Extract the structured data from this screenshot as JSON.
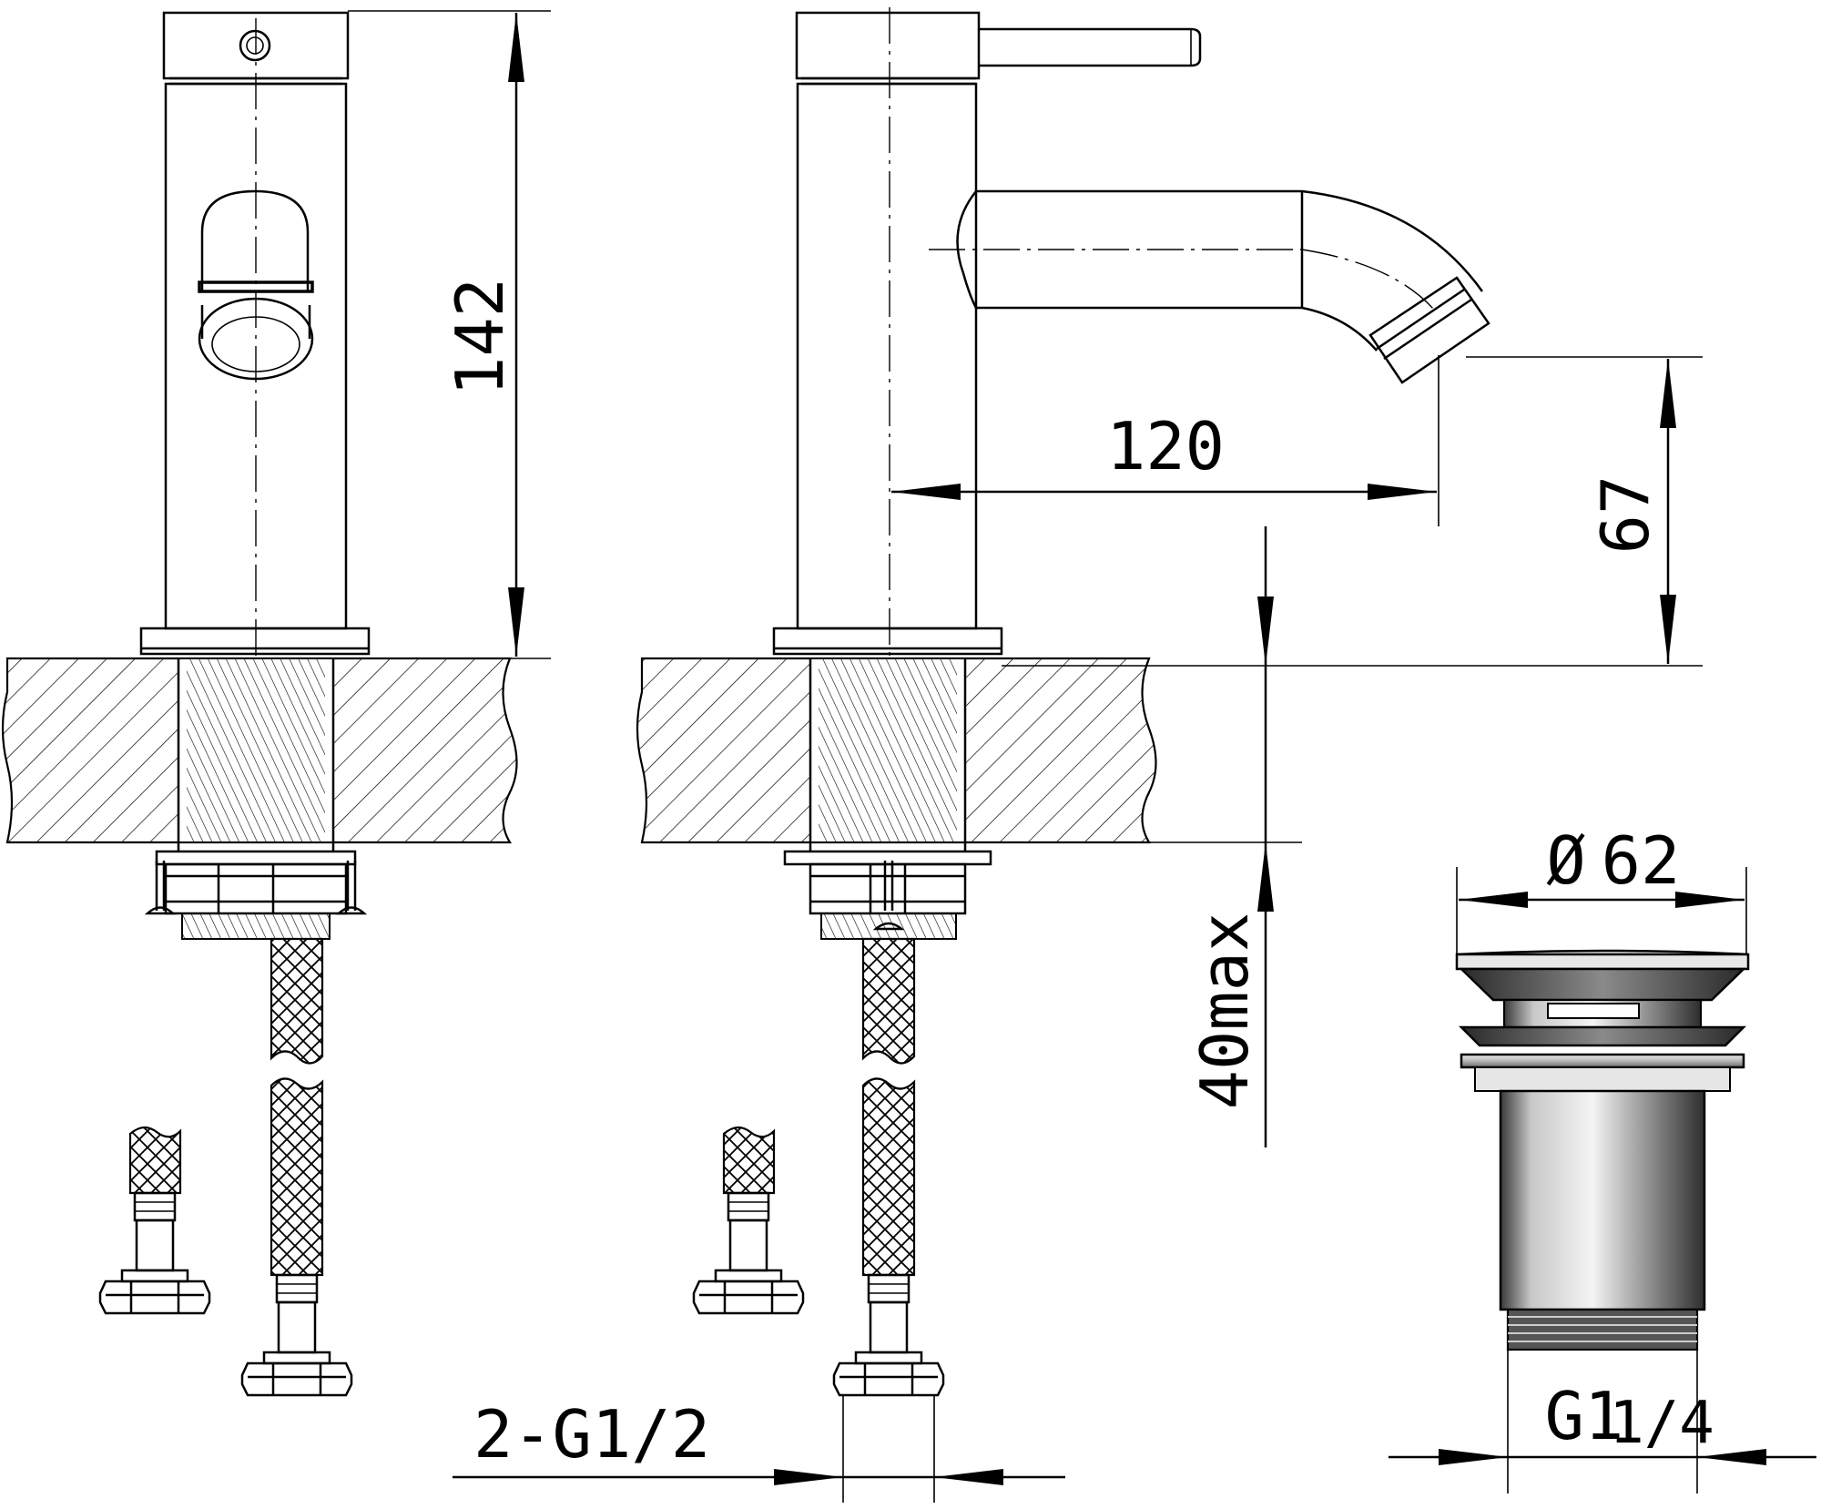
{
  "dimensions": {
    "height_total": "142",
    "spout_reach": "120",
    "spout_height": "67",
    "mount_thickness": "40max",
    "waste_diameter": "62",
    "waste_diameter_symbol": "Ø",
    "waste_thread": "G1",
    "waste_thread_fraction": "1/4",
    "hose_thread": "2-G1/2"
  }
}
